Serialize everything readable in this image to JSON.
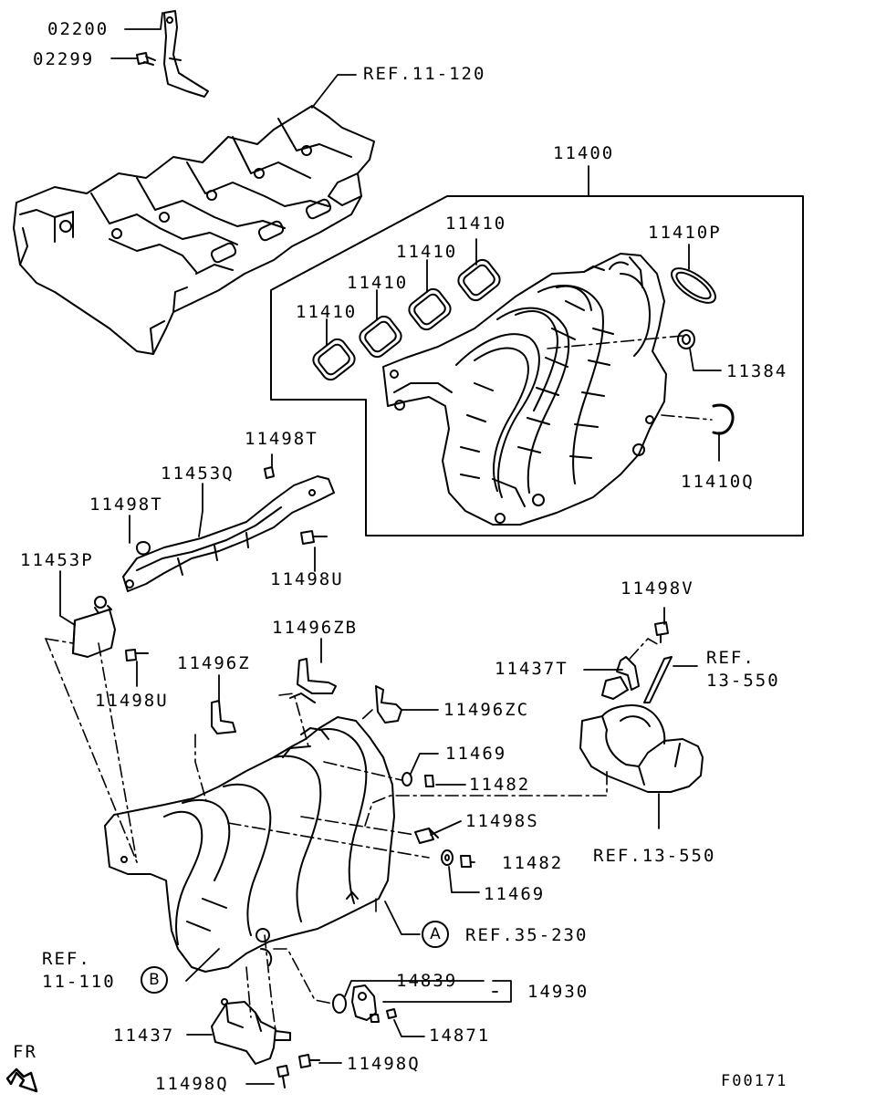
{
  "diagram": {
    "figure_code": "F00171",
    "direction_label": "FR",
    "part_labels": {
      "p02200": "02200",
      "p02299": "02299",
      "p11400": "11400",
      "p11410_a": "11410",
      "p11410_b": "11410",
      "p11410_c": "11410",
      "p11410_d": "11410",
      "p11410P": "11410P",
      "p11384": "11384",
      "p11410Q": "11410Q",
      "p11498T_a": "11498T",
      "p11453Q": "11453Q",
      "p11498T_b": "11498T",
      "p11498U_a": "11498U",
      "p11453P": "11453P",
      "p11498U_b": "11498U",
      "p11496ZB": "11496ZB",
      "p11496Z": "11496Z",
      "p11496ZC": "11496ZC",
      "p11469_a": "11469",
      "p11482_a": "11482",
      "p11498S": "11498S",
      "p11482_b": "11482",
      "p11469_b": "11469",
      "p11498V": "11498V",
      "p11437T": "11437T",
      "p14839": "14839",
      "p14930": "14930",
      "p14871": "14871",
      "p11437": "11437",
      "p11498Q_a": "11498Q",
      "p11498Q_b": "11498Q"
    },
    "references": {
      "ref_11_120": "REF.11-120",
      "ref_13_550_top_line1": "REF.",
      "ref_13_550_top_line2": "13-550",
      "ref_13_550_bottom": "REF.13-550",
      "ref_35_230": "REF.35-230",
      "ref_11_110_line1": "REF.",
      "ref_11_110_line2": "11-110"
    },
    "circle_markers": {
      "marker_a": "A",
      "marker_b": "B"
    }
  }
}
